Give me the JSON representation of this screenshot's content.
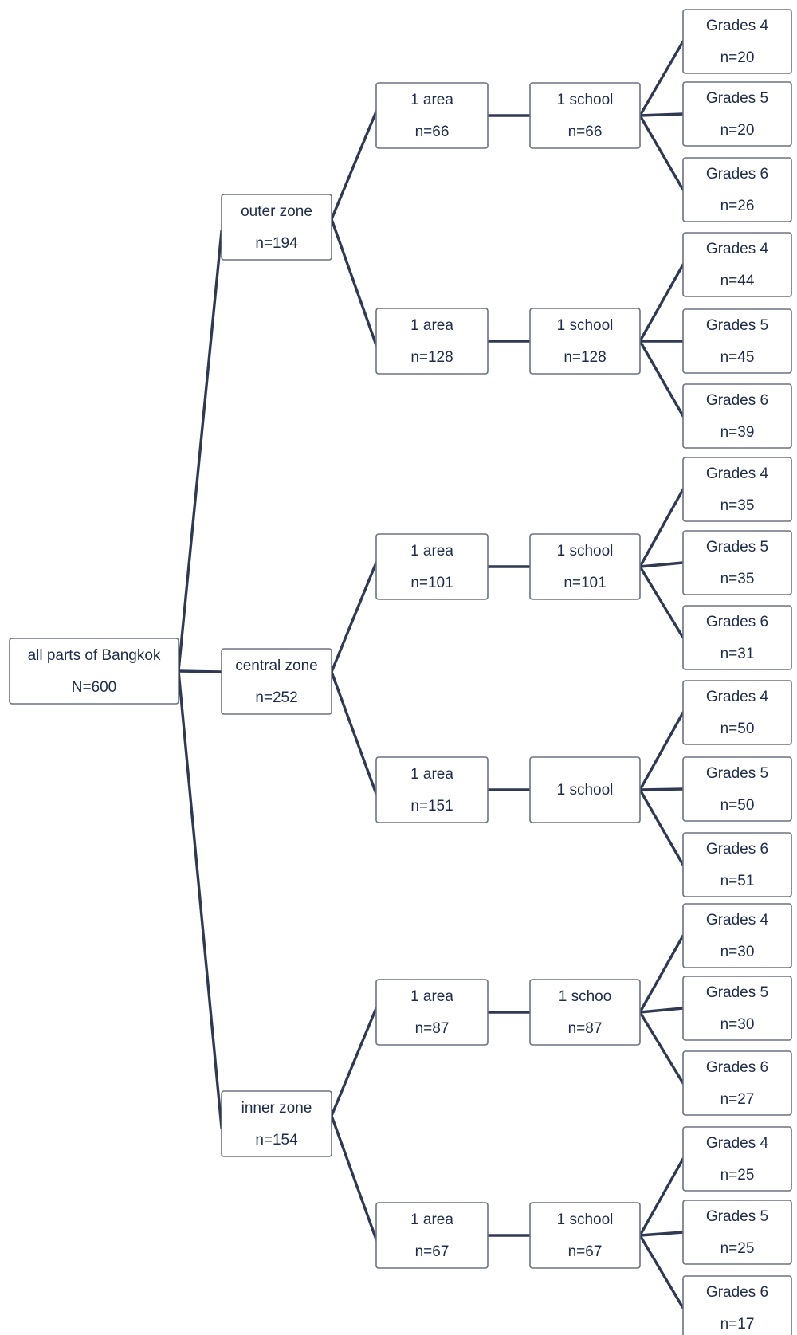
{
  "root": {
    "line1": "all parts of Bangkok",
    "line2": "N=600"
  },
  "zones": [
    {
      "line1": "outer  zone",
      "line2": "n=194",
      "areas": [
        {
          "line1": "1 area",
          "line2": "n=66",
          "school": {
            "line1": "1 school",
            "line2": "n=66"
          },
          "grades": [
            {
              "line1": "Grades 4",
              "line2": "n=20"
            },
            {
              "line1": "Grades 5",
              "line2": "n=20"
            },
            {
              "line1": "Grades 6",
              "line2": "n=26"
            }
          ]
        },
        {
          "line1": "1 area",
          "line2": "n=128",
          "school": {
            "line1": "1 school",
            "line2": "n=128"
          },
          "grades": [
            {
              "line1": "Grades 4",
              "line2": "n=44"
            },
            {
              "line1": "Grades 5",
              "line2": "n=45"
            },
            {
              "line1": "Grades 6",
              "line2": "n=39"
            }
          ]
        }
      ]
    },
    {
      "line1": "central  zone",
      "line2": "n=252",
      "areas": [
        {
          "line1": "1 area",
          "line2": "n=101",
          "school": {
            "line1": "1 school",
            "line2": "n=101"
          },
          "grades": [
            {
              "line1": "Grades 4",
              "line2": "n=35"
            },
            {
              "line1": "Grades 5",
              "line2": "n=35"
            },
            {
              "line1": "Grades 6",
              "line2": "n=31"
            }
          ]
        },
        {
          "line1": "1 area",
          "line2": "n=151",
          "school": {
            "line1": "1 school",
            "line2": ""
          },
          "grades": [
            {
              "line1": "Grades 4",
              "line2": "n=50"
            },
            {
              "line1": "Grades 5",
              "line2": "n=50"
            },
            {
              "line1": "Grades 6",
              "line2": "n=51"
            }
          ]
        }
      ]
    },
    {
      "line1": "inner  zone",
      "line2": "n=154",
      "areas": [
        {
          "line1": "1 area",
          "line2": "n=87",
          "school": {
            "line1": "1 schoo",
            "line2": "n=87"
          },
          "grades": [
            {
              "line1": "Grades 4",
              "line2": "n=30"
            },
            {
              "line1": "Grades 5",
              "line2": "n=30"
            },
            {
              "line1": "Grades 6",
              "line2": "n=27"
            }
          ]
        },
        {
          "line1": "1 area",
          "line2": "n=67",
          "school": {
            "line1": "1 school",
            "line2": "n=67"
          },
          "grades": [
            {
              "line1": "Grades 4",
              "line2": "n=25"
            },
            {
              "line1": "Grades 5",
              "line2": "n=25"
            },
            {
              "line1": "Grades 6",
              "line2": "n=17"
            }
          ]
        }
      ]
    }
  ]
}
